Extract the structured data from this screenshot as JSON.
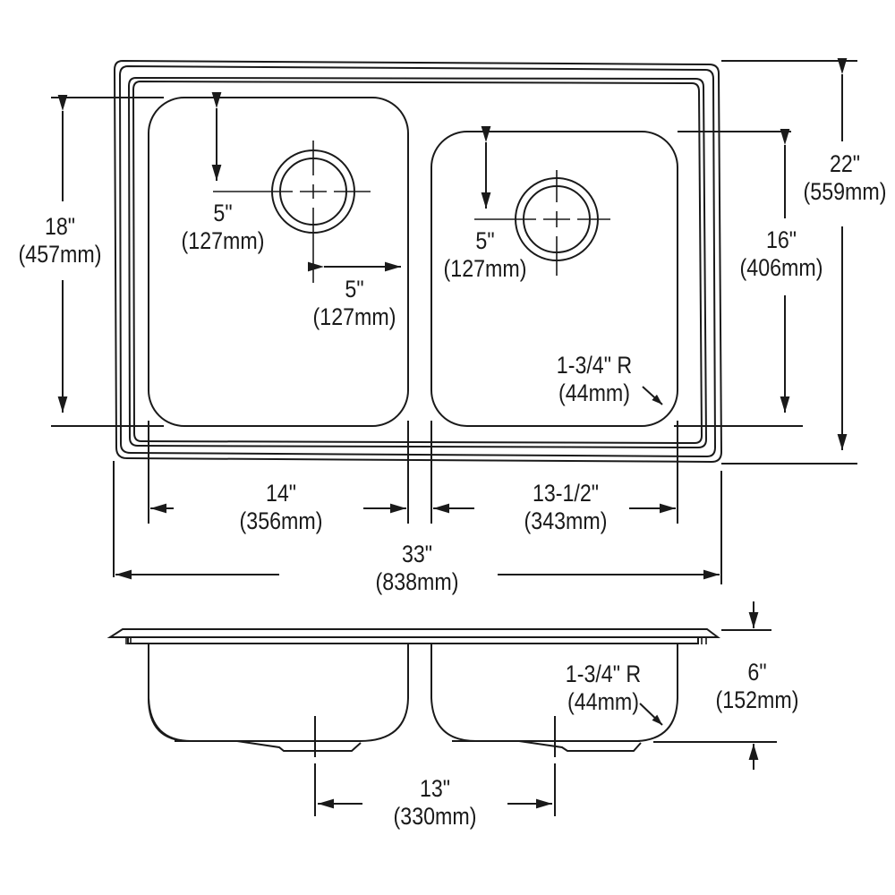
{
  "diagram": {
    "title": "Double bowl sink dimension drawing",
    "line_color": "#1a1a1a",
    "background": "#ffffff"
  },
  "plan_view": {
    "overall_depth": {
      "imperial": "22\"",
      "metric": "(559mm)"
    },
    "left_bowl_depth": {
      "imperial": "18\"",
      "metric": "(457mm)"
    },
    "right_bowl_depth": {
      "imperial": "16\"",
      "metric": "(406mm)"
    },
    "left_drain_from_back": {
      "imperial": "5\"",
      "metric": "(127mm)"
    },
    "left_drain_from_side": {
      "imperial": "5\"",
      "metric": "(127mm)"
    },
    "right_drain_from_back": {
      "imperial": "5\"",
      "metric": "(127mm)"
    },
    "corner_radius": {
      "imperial": "1-3/4\" R",
      "metric": "(44mm)"
    },
    "left_bowl_width": {
      "imperial": "14\"",
      "metric": "(356mm)"
    },
    "right_bowl_width": {
      "imperial": "13-1/2\"",
      "metric": "(343mm)"
    },
    "overall_width": {
      "imperial": "33\"",
      "metric": "(838mm)"
    }
  },
  "side_view": {
    "bowl_depth": {
      "imperial": "6\"",
      "metric": "(152mm)"
    },
    "corner_radius": {
      "imperial": "1-3/4\" R",
      "metric": "(44mm)"
    },
    "drain_spacing": {
      "imperial": "13\"",
      "metric": "(330mm)"
    }
  }
}
